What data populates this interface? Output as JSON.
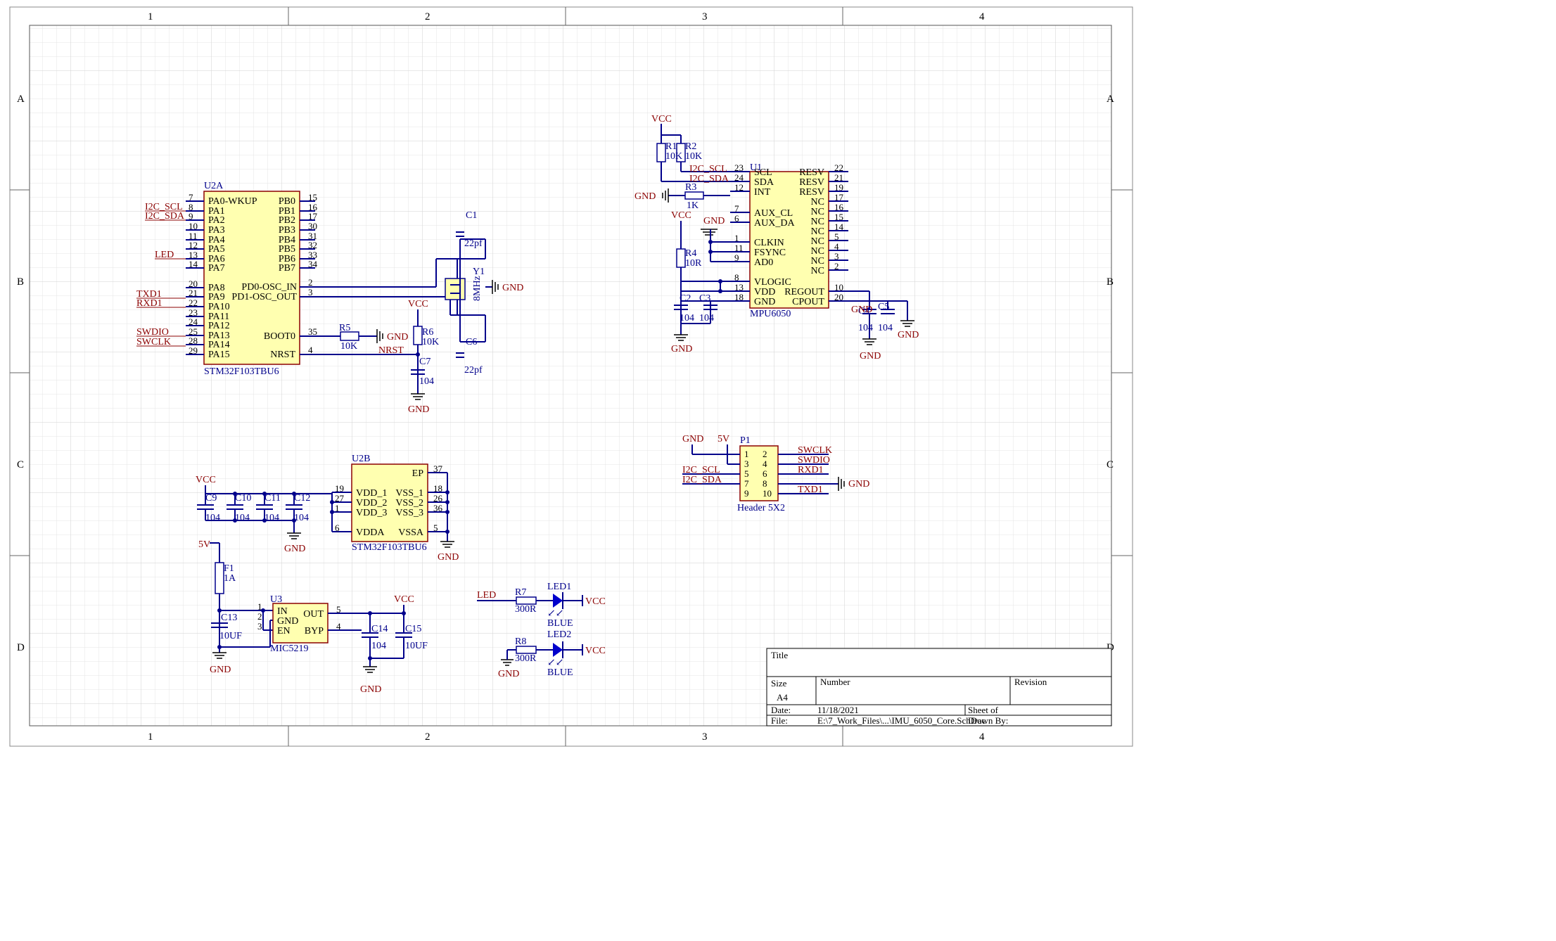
{
  "border": {
    "columns": [
      "1",
      "2",
      "3",
      "4"
    ],
    "rows": [
      "A",
      "B",
      "C",
      "D"
    ]
  },
  "power": {
    "vcc": "VCC",
    "gnd": "GND",
    "v5": "5V"
  },
  "u2a": {
    "designator": "U2A",
    "comment": "STM32F103TBU6",
    "left_pins": [
      {
        "num": "7",
        "name": "PA0-WKUP"
      },
      {
        "num": "8",
        "name": "PA1"
      },
      {
        "num": "9",
        "name": "PA2"
      },
      {
        "num": "10",
        "name": "PA3"
      },
      {
        "num": "11",
        "name": "PA4"
      },
      {
        "num": "12",
        "name": "PA5"
      },
      {
        "num": "13",
        "name": "PA6"
      },
      {
        "num": "14",
        "name": "PA7"
      },
      {
        "num": "20",
        "name": "PA8"
      },
      {
        "num": "21",
        "name": "PA9"
      },
      {
        "num": "22",
        "name": "PA10"
      },
      {
        "num": "23",
        "name": "PA11"
      },
      {
        "num": "24",
        "name": "PA12"
      },
      {
        "num": "25",
        "name": "PA13"
      },
      {
        "num": "28",
        "name": "PA14"
      },
      {
        "num": "29",
        "name": "PA15"
      }
    ],
    "right_pins": [
      {
        "num": "15",
        "name": "PB0"
      },
      {
        "num": "16",
        "name": "PB1"
      },
      {
        "num": "17",
        "name": "PB2"
      },
      {
        "num": "30",
        "name": "PB3"
      },
      {
        "num": "31",
        "name": "PB4"
      },
      {
        "num": "32",
        "name": "PB5"
      },
      {
        "num": "33",
        "name": "PB6"
      },
      {
        "num": "34",
        "name": "PB7"
      }
    ],
    "osc_in": {
      "num": "2",
      "name": "PD0-OSC_IN"
    },
    "osc_out": {
      "num": "3",
      "name": "PD1-OSC_OUT"
    },
    "boot0": {
      "num": "35",
      "name": "BOOT0"
    },
    "nrst": {
      "num": "4",
      "name": "NRST"
    }
  },
  "u2b": {
    "designator": "U2B",
    "comment": "STM32F103TBU6",
    "left_pins": [
      {
        "num": "19",
        "name": "VDD_1"
      },
      {
        "num": "27",
        "name": "VDD_2"
      },
      {
        "num": "1",
        "name": "VDD_3"
      },
      {
        "num": "6",
        "name": "VDDA"
      }
    ],
    "right_pins": [
      {
        "num": "37",
        "name": "EP"
      },
      {
        "num": "18",
        "name": "VSS_1"
      },
      {
        "num": "26",
        "name": "VSS_2"
      },
      {
        "num": "36",
        "name": "VSS_3"
      },
      {
        "num": "5",
        "name": "VSSA"
      }
    ]
  },
  "u1": {
    "designator": "U1",
    "comment": "MPU6050",
    "left_pins": [
      {
        "num": "23",
        "name": "SCL"
      },
      {
        "num": "24",
        "name": "SDA"
      },
      {
        "num": "12",
        "name": "INT"
      },
      {
        "num": "7",
        "name": "AUX_CL"
      },
      {
        "num": "6",
        "name": "AUX_DA"
      },
      {
        "num": "1",
        "name": "CLKIN"
      },
      {
        "num": "11",
        "name": "FSYNC"
      },
      {
        "num": "9",
        "name": "AD0"
      },
      {
        "num": "8",
        "name": "VLOGIC"
      },
      {
        "num": "13",
        "name": "VDD"
      },
      {
        "num": "18",
        "name": "GND"
      }
    ],
    "right_pins": [
      {
        "num": "22",
        "name": "RESV"
      },
      {
        "num": "21",
        "name": "RESV"
      },
      {
        "num": "19",
        "name": "RESV"
      },
      {
        "num": "17",
        "name": "NC"
      },
      {
        "num": "16",
        "name": "NC"
      },
      {
        "num": "15",
        "name": "NC"
      },
      {
        "num": "14",
        "name": "NC"
      },
      {
        "num": "5",
        "name": "NC"
      },
      {
        "num": "4",
        "name": "NC"
      },
      {
        "num": "3",
        "name": "NC"
      },
      {
        "num": "2",
        "name": "NC"
      },
      {
        "num": "10",
        "name": "REGOUT"
      },
      {
        "num": "20",
        "name": "CPOUT"
      }
    ]
  },
  "u3": {
    "designator": "U3",
    "comment": "MIC5219",
    "left_pins": [
      {
        "num": "1",
        "name": "IN"
      },
      {
        "num": "2",
        "name": "GND"
      },
      {
        "num": "3",
        "name": "EN"
      }
    ],
    "right_pins": [
      {
        "num": "5",
        "name": "OUT"
      },
      {
        "num": "4",
        "name": "BYP"
      }
    ]
  },
  "p1": {
    "designator": "P1",
    "comment": "Header 5X2",
    "odd": [
      "1",
      "3",
      "5",
      "7",
      "9"
    ],
    "even": [
      "2",
      "4",
      "6",
      "8",
      "10"
    ]
  },
  "nets": {
    "i2c_scl": "I2C_SCL",
    "i2c_sda": "I2C_SDA",
    "led": "LED",
    "txd1": "TXD1",
    "rxd1": "RXD1",
    "swdio": "SWDIO",
    "swclk": "SWCLK",
    "nrst": "NRST"
  },
  "parts": {
    "c1": {
      "des": "C1",
      "val": "22pf"
    },
    "c6": {
      "des": "C6",
      "val": "22pf"
    },
    "y1": {
      "des": "Y1",
      "val": "8MHz"
    },
    "r5": {
      "des": "R5",
      "val": "10K"
    },
    "r6": {
      "des": "R6",
      "val": "10K"
    },
    "c7": {
      "des": "C7",
      "val": "104"
    },
    "r1": {
      "des": "R1",
      "val": "10K"
    },
    "r2": {
      "des": "R2",
      "val": "10K"
    },
    "r3": {
      "des": "R3",
      "val": "1K"
    },
    "r4": {
      "des": "R4",
      "val": "10R"
    },
    "c2": {
      "des": "C2",
      "val": "104"
    },
    "c3": {
      "des": "C3",
      "val": "104"
    },
    "c4": {
      "des": "C4",
      "val": "104"
    },
    "c5": {
      "des": "C5",
      "val": "104"
    },
    "c9": {
      "des": "C9",
      "val": "104"
    },
    "c10": {
      "des": "C10",
      "val": "104"
    },
    "c11": {
      "des": "C11",
      "val": "104"
    },
    "c12": {
      "des": "C12",
      "val": "104"
    },
    "f1": {
      "des": "F1",
      "val": "1A"
    },
    "c13": {
      "des": "C13",
      "val": "10UF"
    },
    "c14": {
      "des": "C14",
      "val": "104"
    },
    "c15": {
      "des": "C15",
      "val": "10UF"
    },
    "r7": {
      "des": "R7",
      "val": "300R"
    },
    "r8": {
      "des": "R8",
      "val": "300R"
    },
    "led1": {
      "des": "LED1",
      "val": "BLUE"
    },
    "led2": {
      "des": "LED2",
      "val": "BLUE"
    }
  },
  "title_block": {
    "title_label": "Title",
    "size_label": "Size",
    "size": "A4",
    "number_label": "Number",
    "revision_label": "Revision",
    "date_label": "Date:",
    "date": "11/18/2021",
    "sheet_label": "Sheet  of",
    "file_label": "File:",
    "file": "E:\\7_Work_Files\\...\\IMU_6050_Core.SchDoc",
    "drawn_label": "Drawn By:"
  }
}
